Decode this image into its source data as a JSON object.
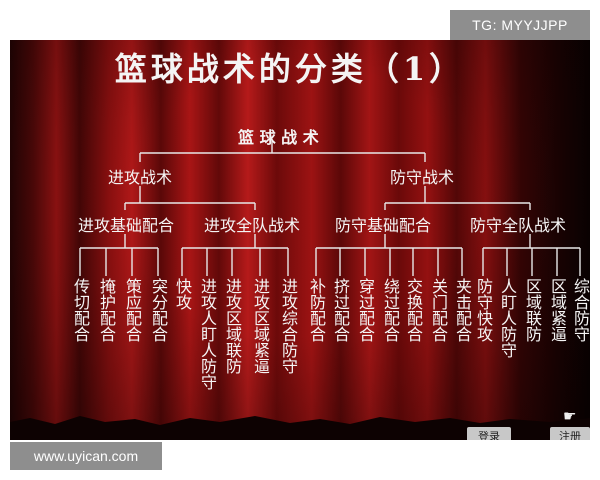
{
  "tag": "TG: MYYJJPP",
  "watermark": "www.uyican.com",
  "slide": {
    "title": "篮球战术的分类（1）",
    "root": "篮 球 战 术",
    "level1": [
      "进攻战术",
      "防守战术"
    ],
    "level2": [
      "进攻基础配合",
      "进攻全队战术",
      "防守基础配合",
      "防守全队战术"
    ],
    "leaves": [
      "传切配合",
      "掩护配合",
      "策应配合",
      "突分配合",
      "快攻",
      "进攻人盯人防守",
      "进攻区域联防",
      "进攻区域紧逼",
      "进攻综合防守",
      "补防配合",
      "挤过配合",
      "穿过配合",
      "绕过配合",
      "交换配合",
      "关门配合",
      "夹击配合",
      "防守快攻",
      "人盯人防守",
      "区域联防",
      "区域紧逼",
      "综合防守"
    ],
    "nav_buttons": [
      "登录",
      "注册"
    ],
    "nav_icon": "pointing-hand-icon"
  }
}
